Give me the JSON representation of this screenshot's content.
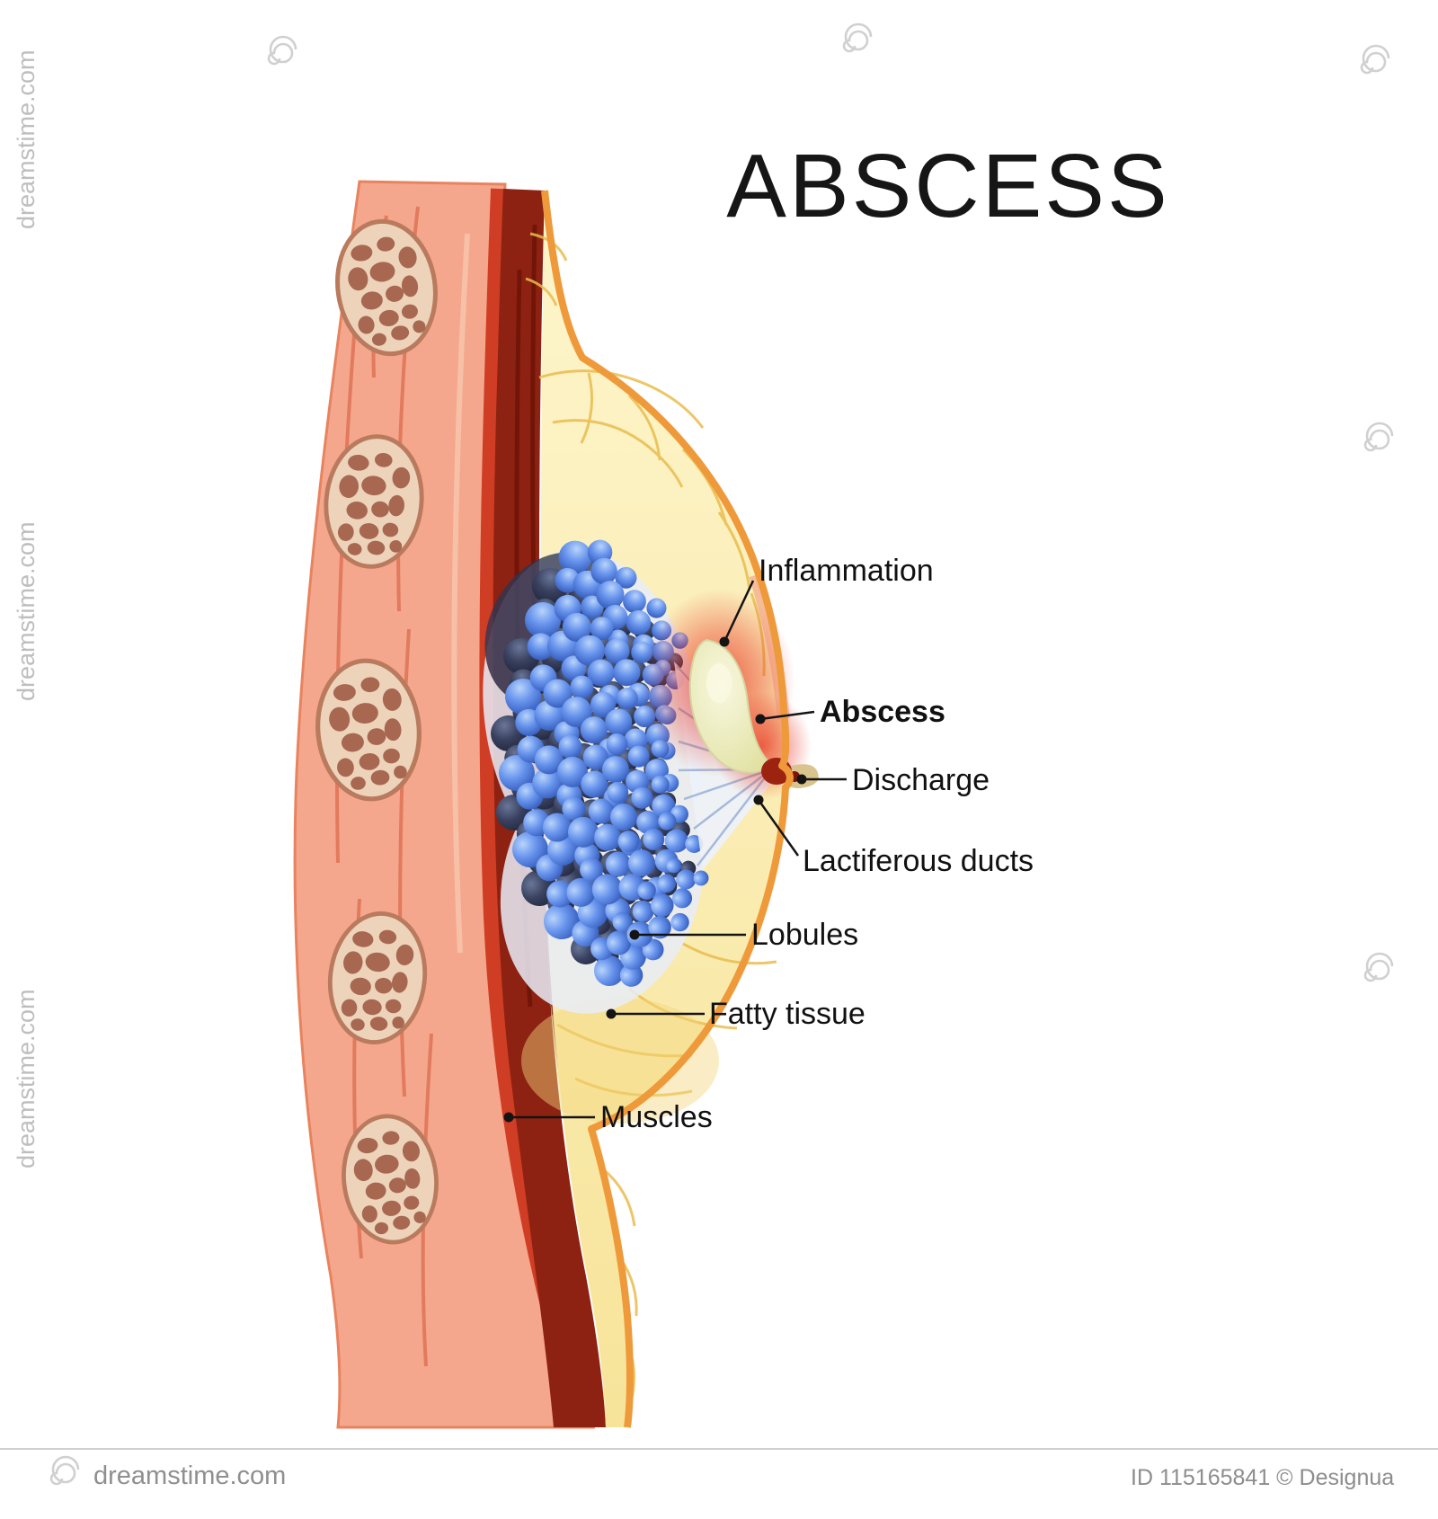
{
  "title": "ABSCESS",
  "figure": {
    "name": "breast-abscess-cross-section",
    "labels": {
      "inflammation": "Inflammation",
      "abscess": "Abscess",
      "discharge": "Discharge",
      "lactiferous_ducts": "Lactiferous ducts",
      "lobules": "Lobules",
      "fatty_tissue": "Fatty tissue",
      "muscles": "Muscles"
    }
  },
  "watermark": {
    "site": "dreamstime.com",
    "credit": "ID 115165841 © Designua"
  },
  "colors": {
    "skin": "#f4a78d",
    "muscle_red": "#cf3d24",
    "muscle_dark": "#8e2212",
    "fat_yellow": "#f9e9a8",
    "skin_outline": "#ef9a3a",
    "lobule_blue": "#4a7be0",
    "lobule_dark": "#2b3554",
    "abscess_cream": "#eeeec2",
    "inflammation_red": "#e83020",
    "rib_fill": "#ecd3ba",
    "rib_pebble": "#a05c46"
  }
}
